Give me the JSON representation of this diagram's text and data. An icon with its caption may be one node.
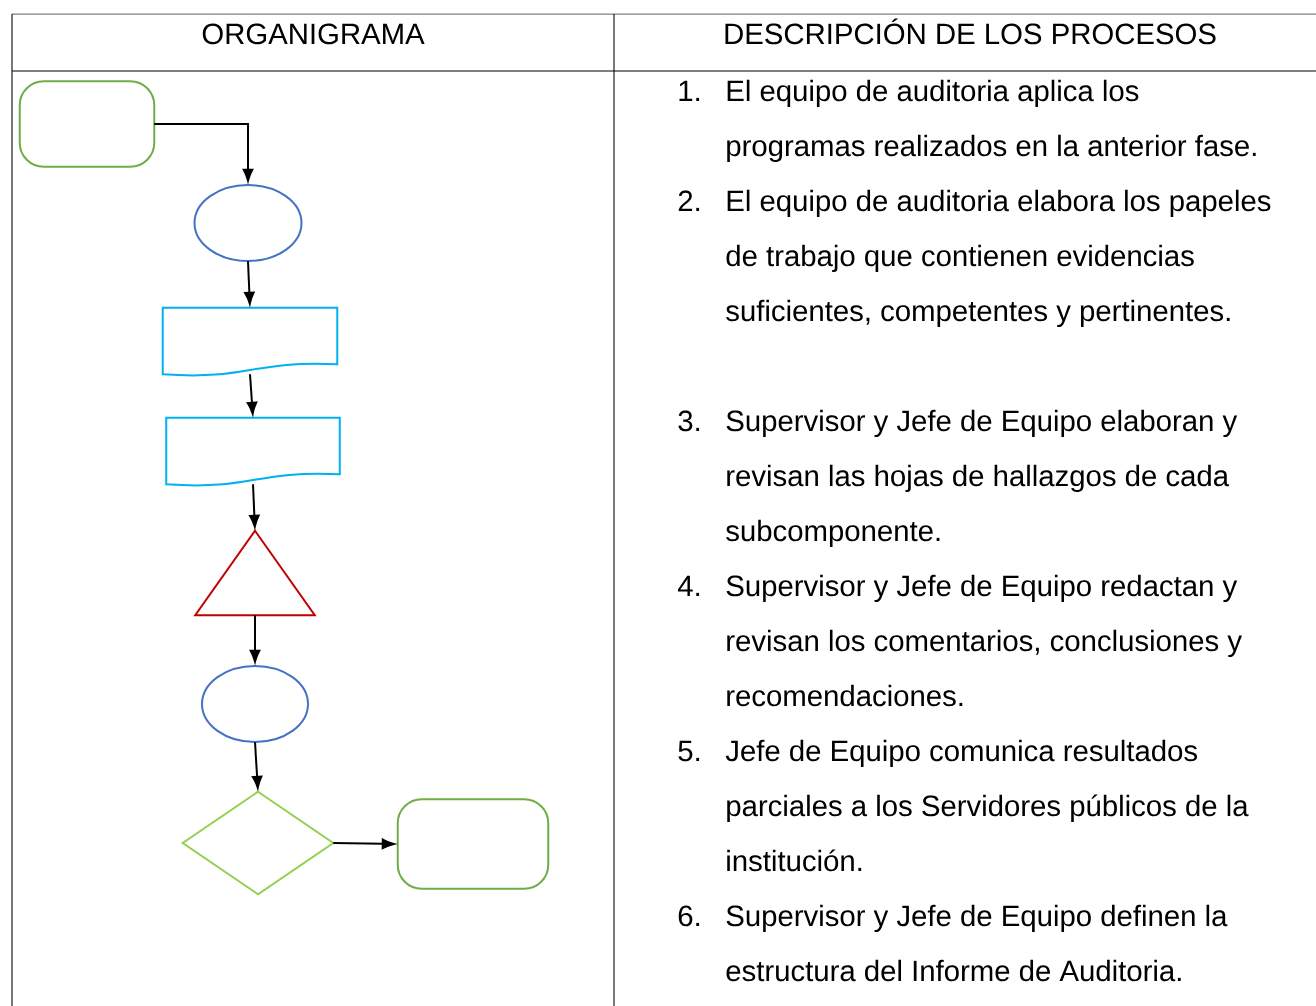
{
  "diagram": {
    "nodes": [
      {
        "text": [],
        "shape": "stadium"
      },
      {
        "text": [],
        "shape": "ellipse"
      },
      {
        "text": [],
        "shape": "document"
      },
      {
        "text": [],
        "shape": "document"
      },
      {
        "text": [],
        "shape": "triangle"
      },
      {
        "text": [],
        "shape": "ellipse"
      },
      {
        "text": [],
        "shape": "diamond"
      },
      {
        "text": [],
        "shape": "stadium"
      }
    ],
    "edges": [
      {
        "from": 0,
        "to": 1,
        "arrow": "to"
      },
      {
        "from": 1,
        "to": 2,
        "arrow": "to"
      },
      {
        "from": 2,
        "to": 3,
        "arrow": "to"
      },
      {
        "from": 3,
        "to": 4,
        "arrow": "to"
      },
      {
        "from": 4,
        "to": 5,
        "arrow": "to"
      },
      {
        "from": 5,
        "to": 6,
        "arrow": "to"
      },
      {
        "from": 6,
        "to": 7,
        "arrow": "to"
      }
    ],
    "labels": [
      "ORGANIGRAMA",
      "DESCRIPCIÓN DE LOS PROCESOS",
      "1.",
      "El equipo de auditoria aplica los programas realizados en la anterior fase.",
      "2.",
      "El equipo de auditoria elabora los papeles de trabajo que contienen evidencias suficientes, competentes y pertinentes.",
      "3.",
      "Supervisor y Jefe de Equipo elaboran y revisan las hojas de hallazgos de cada subcomponente.",
      "4.",
      "Supervisor y Jefe de Equipo redactan y revisan los comentarios, conclusiones y recomendaciones.",
      "5.",
      "Jefe de Equipo comunica resultados parciales a los Servidores públicos de la institución.",
      "6.",
      "Supervisor y Jefe de Equipo definen la estructura del Informe de Auditoria."
    ]
  }
}
